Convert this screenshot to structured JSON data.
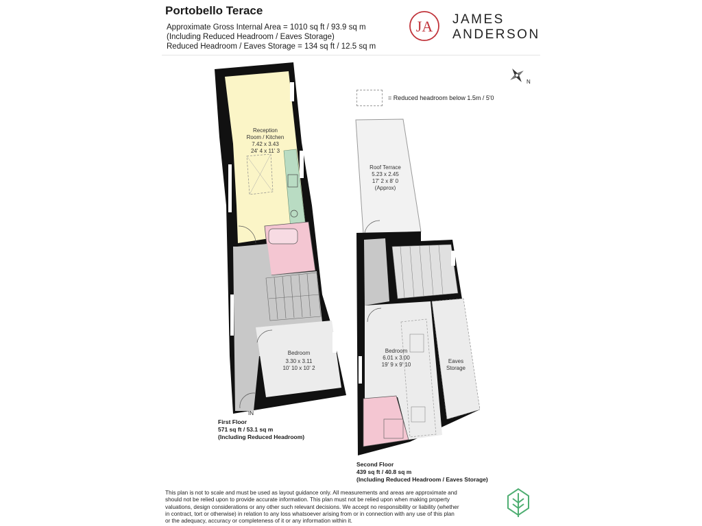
{
  "header": {
    "title": "Portobello Terace",
    "area_line_1": "Approximate Gross Internal Area = 1010 sq ft / 93.9 sq m",
    "area_line_2": "(Including Reduced Headroom / Eaves Storage)",
    "area_line_3": "Reduced Headroom / Eaves Storage = 134 sq ft / 12.5 sq m"
  },
  "brand": {
    "monogram": "JA",
    "line_1": "JAMES",
    "line_2": "ANDERSON",
    "color": "#c0333a"
  },
  "legend": {
    "text": "= Reduced headroom below 1.5m / 5'0"
  },
  "compass": {
    "north_label": "N"
  },
  "rooms": {
    "reception": {
      "name_1": "Reception",
      "name_2": "Room / Kitchen",
      "metric": "7.42 x 3.43",
      "imperial": "24' 4 x 11' 3"
    },
    "bedroom1": {
      "name": "Bedroom",
      "metric": "3.30 x 3.11",
      "imperial": "10' 10 x 10' 2"
    },
    "terrace": {
      "name": "Roof Terrace",
      "metric": "5.23 x 2.45",
      "imperial": "17' 2 x 8' 0",
      "note": "(Approx)"
    },
    "bedroom2": {
      "name": "Bedroom",
      "metric": "6.01 x 3.00",
      "imperial": "19' 9 x 9' 10"
    },
    "eaves": {
      "name_1": "Eaves",
      "name_2": "Storage"
    },
    "entrance": "IN"
  },
  "floors": {
    "first": {
      "name": "First Floor",
      "area": "571 sq ft / 53.1 sq m",
      "note": "(Including Reduced Headroom)"
    },
    "second": {
      "name": "Second Floor",
      "area": "439 sq ft / 40.8 sq m",
      "note": "(Including Reduced Headroom / Eaves Storage)"
    }
  },
  "colors": {
    "wall": "#111111",
    "reception": "#fbf5c7",
    "kitchen_units": "#b9dcc3",
    "bathroom": "#f4c6d2",
    "circulation": "#c8c8c8",
    "room": "#ececec",
    "terrace": "#f2f2f2",
    "tree_logo": "#4fae72"
  },
  "disclaimer": "This plan is not to scale and must be used as layout guidance only. All measurements and areas are approximate and should not be relied upon to provide accurate information. This plan must not be relied upon when making property valuations, design considerations or any other such relevant decisions. We accept no responsibility or liability (whether in contract, tort or otherwise) in relation to any loss whatsoever arising from or in connection with any use of this plan or the adequacy, accuracy or completeness of it or any information within it."
}
